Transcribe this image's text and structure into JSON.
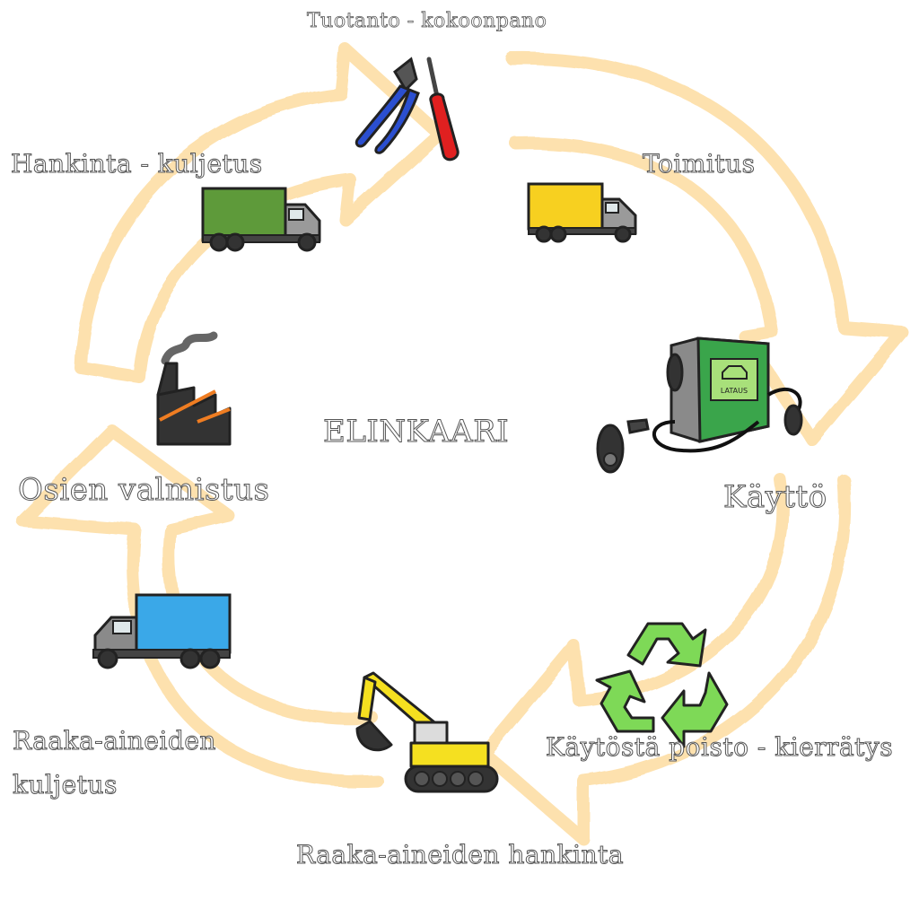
{
  "diagram": {
    "center_title": "ELINKAARI",
    "colors": {
      "arrow": "#fde1ae",
      "outline": "#222222",
      "truck_green": "#5e9a3a",
      "truck_yellow": "#f7d020",
      "truck_blue": "#3aa8e8",
      "charger_green": "#3aa54b",
      "recycle_green": "#7ed957",
      "excavator_yellow": "#f5e020",
      "pliers_blue": "#2b4fd0",
      "screwdriver_red": "#e02020",
      "factory_accent": "#ef7d22"
    },
    "stages": [
      {
        "id": "production",
        "label": "Tuotanto - kokoonpano",
        "icon": "tools-icon"
      },
      {
        "id": "delivery",
        "label": "Toimitus",
        "icon": "delivery-truck-icon"
      },
      {
        "id": "use",
        "label": "Käyttö",
        "icon": "charging-station-icon",
        "screen_text": "LATAUS"
      },
      {
        "id": "recycling",
        "label": "Käytöstä poisto - kierrätys",
        "icon": "recycle-icon"
      },
      {
        "id": "raw-material-acquisition",
        "label": "Raaka-aineiden hankinta",
        "icon": "excavator-icon"
      },
      {
        "id": "raw-material-transport",
        "label_line1": "Raaka-aineiden",
        "label_line2": "kuljetus",
        "icon": "transport-truck-icon"
      },
      {
        "id": "parts-manufacturing",
        "label": "Osien valmistus",
        "icon": "factory-icon"
      },
      {
        "id": "procurement-transport",
        "label": "Hankinta - kuljetus",
        "icon": "procurement-truck-icon"
      }
    ]
  }
}
